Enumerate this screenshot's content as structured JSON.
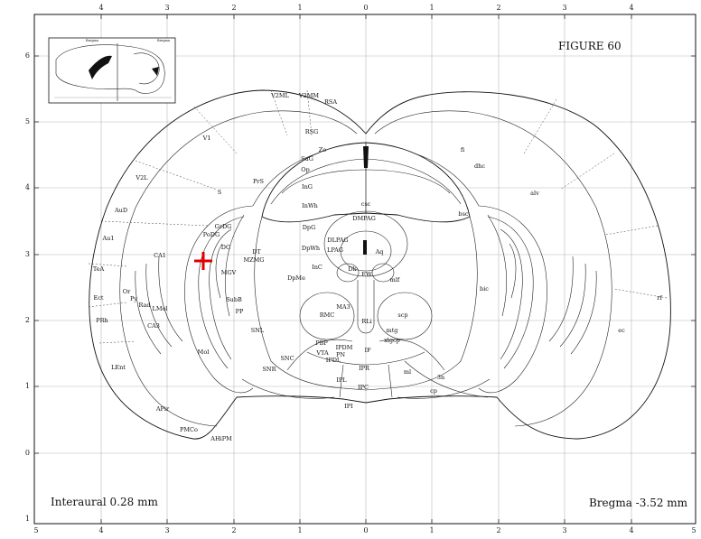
{
  "figure_title": "FIGURE 60",
  "interaural": "Interaural 0.28 mm",
  "bregma": "Bregma -3.52 mm",
  "top_axis_ticks": [
    "4",
    "3",
    "2",
    "1",
    "0",
    "1",
    "2",
    "3",
    "4"
  ],
  "bottom_axis_ticks": [
    "5",
    "4",
    "3",
    "2",
    "1",
    "0",
    "1",
    "2",
    "3",
    "4",
    "5"
  ],
  "left_axis_ticks": [
    "6",
    "5",
    "4",
    "3",
    "2",
    "1",
    "0",
    "1"
  ],
  "inset": {
    "left_label": "Bregma",
    "right_label": "Bregma"
  },
  "target_marker": {
    "color": "#e00000"
  },
  "regions": [
    "V2ML",
    "V2MM",
    "RSA",
    "V1",
    "RSG",
    "Zo",
    "SuG",
    "Op",
    "InG",
    "InWh",
    "DpG",
    "DpWh",
    "csc",
    "DMPAG",
    "DLPAG",
    "LPAG",
    "Aq",
    "V2L",
    "PrS",
    "S",
    "AuD",
    "Au1",
    "GrDG",
    "PoDG",
    "DG",
    "MZMG",
    "DT",
    "MGV",
    "CA1",
    "TeA",
    "Or",
    "Py",
    "Rad",
    "LMol",
    "Ect",
    "PRh",
    "CA3",
    "Mol",
    "SubB",
    "PP",
    "SNL",
    "InC",
    "Dk",
    "EW",
    "mlf",
    "DpMe",
    "MA3",
    "RMC",
    "RLi",
    "scp",
    "mtg",
    "xlgcp",
    "PBP",
    "VTA",
    "IPDM",
    "PN",
    "IPDL",
    "IF",
    "SNC",
    "SNR",
    "IPR",
    "IPL",
    "IPC",
    "IPI",
    "ml",
    "3n",
    "cp",
    "LEnt",
    "APir",
    "PMCo",
    "AHiPM",
    "fi",
    "dhc",
    "alv",
    "bsc",
    "bic",
    "ec",
    "rf"
  ]
}
